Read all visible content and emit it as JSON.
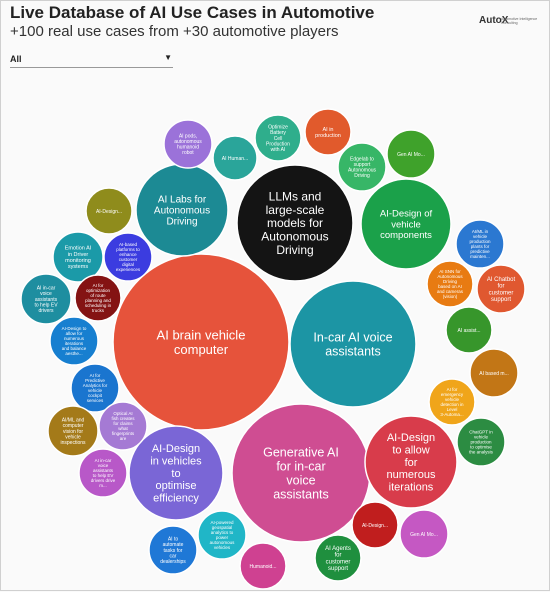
{
  "header": {
    "title": "Live Database of AI Use Cases in Automotive",
    "subtitle": "+100 real use cases from +30 automotive players",
    "logo_text": "AutoX",
    "logo_tagline": "Automotive Intelligence Consulting"
  },
  "filter": {
    "selected": "All"
  },
  "chart_data": {
    "type": "bubble",
    "title": "Live Database of AI Use Cases in Automotive",
    "subtitle": "+100 real use cases from +30 automotive players",
    "bubbles": [
      {
        "label": "AI brain vehicle computer",
        "relative_size": 1.0,
        "color": "#e6533b",
        "text_color": "#ffffff"
      },
      {
        "label": "In-car AI voice assistants",
        "relative_size": 0.94,
        "color": "#1c95a4",
        "text_color": "#ffffff"
      },
      {
        "label": "Generative AI for in-car voice assistants",
        "relative_size": 0.79,
        "color": "#cf4d92",
        "text_color": "#ffffff"
      },
      {
        "label": "LLMs and large-scale models for Autonomous Driving",
        "relative_size": 0.67,
        "color": "#141414",
        "text_color": "#ffffff"
      },
      {
        "label": "AI-Design in vehicles to optimise efficiency",
        "relative_size": 0.54,
        "color": "#7a66d6",
        "text_color": "#ffffff"
      },
      {
        "label": "AI-Design to allow for numerous iterations",
        "relative_size": 0.53,
        "color": "#d83c4b",
        "text_color": "#ffffff"
      },
      {
        "label": "AI Labs for Autonomous Driving",
        "relative_size": 0.52,
        "color": "#1c8a94",
        "text_color": "#ffffff"
      },
      {
        "label": "AI-Design of vehicle components",
        "relative_size": 0.52,
        "color": "#1ba14a",
        "text_color": "#ffffff"
      },
      {
        "label": "Optimize Battery Cell Production with AI",
        "relative_size": 0.26,
        "color": "#2fae8c",
        "text_color": "#ffffff"
      },
      {
        "label": "AI in production",
        "relative_size": 0.25,
        "color": "#e15a2c",
        "text_color": "#ffffff"
      },
      {
        "label": "AI pods, autonomous humanoid robot",
        "relative_size": 0.25,
        "color": "#9b72d9",
        "text_color": "#ffffff"
      },
      {
        "label": "AI Human...",
        "relative_size": 0.25,
        "color": "#2aa59a",
        "text_color": "#ffffff"
      },
      {
        "label": "Edgelab to support Autonomous Driving",
        "relative_size": 0.25,
        "color": "#37b667",
        "text_color": "#ffffff"
      },
      {
        "label": "Gen AI Mo...",
        "relative_size": 0.25,
        "color": "#3fa22b",
        "text_color": "#ffffff"
      },
      {
        "label": "AI-Design...",
        "relative_size": 0.25,
        "color": "#8f8c1c",
        "text_color": "#ffffff"
      },
      {
        "label": "Emotion AI in Driver monitoring systems",
        "relative_size": 0.25,
        "color": "#1b9aa8",
        "text_color": "#ffffff"
      },
      {
        "label": "AI-based platforms to enhance customer digital experiences",
        "relative_size": 0.25,
        "color": "#3b3ce0",
        "text_color": "#ffffff"
      },
      {
        "label": "AI in-car voice assistants to help EV drivers",
        "relative_size": 0.25,
        "color": "#1e8ea0",
        "text_color": "#ffffff"
      },
      {
        "label": "AI for optimization of route planning and scheduling in trucks",
        "relative_size": 0.25,
        "color": "#841313",
        "text_color": "#ffffff"
      },
      {
        "label": "AI-Design to allow for numerous iterations and balance aesthe...",
        "relative_size": 0.25,
        "color": "#177fd0",
        "text_color": "#ffffff"
      },
      {
        "label": "AI for Predictive Analytics for vehicle cockpit services",
        "relative_size": 0.25,
        "color": "#1a75cf",
        "text_color": "#ffffff"
      },
      {
        "label": "AI/ML and computer vision for vehicle inspections",
        "relative_size": 0.25,
        "color": "#a47a19",
        "text_color": "#ffffff"
      },
      {
        "label": "Optical AI fish creates for claims what fingerprints are",
        "relative_size": 0.25,
        "color": "#a57ad4",
        "text_color": "#ffffff"
      },
      {
        "label": "AI in-car voice assistants to help EV drivers drive m...",
        "relative_size": 0.25,
        "color": "#b858c8",
        "text_color": "#ffffff"
      },
      {
        "label": "AI to automate tasks for car dealerships",
        "relative_size": 0.25,
        "color": "#1f78d6",
        "text_color": "#ffffff"
      },
      {
        "label": "AI-powered geospatial analytics to power autonomous vehicles",
        "relative_size": 0.25,
        "color": "#20b6c7",
        "text_color": "#ffffff"
      },
      {
        "label": "Humanoid...",
        "relative_size": 0.25,
        "color": "#cf4191",
        "text_color": "#ffffff"
      },
      {
        "label": "AI Agents for customer support",
        "relative_size": 0.25,
        "color": "#1f8f3e",
        "text_color": "#ffffff"
      },
      {
        "label": "AI-Design...",
        "relative_size": 0.25,
        "color": "#c01e1e",
        "text_color": "#ffffff"
      },
      {
        "label": "Gen AI Mo...",
        "relative_size": 0.25,
        "color": "#c558c3",
        "text_color": "#ffffff"
      },
      {
        "label": "AI/ML in vehicle production plants for predictive mainten...",
        "relative_size": 0.25,
        "color": "#2b78d1",
        "text_color": "#ffffff"
      },
      {
        "label": "AI SNN for Autonomous Driving based on AI and cameras (vision)",
        "relative_size": 0.25,
        "color": "#e87b12",
        "text_color": "#ffffff"
      },
      {
        "label": "AI Chatbot for customer support",
        "relative_size": 0.25,
        "color": "#e05830",
        "text_color": "#ffffff"
      },
      {
        "label": "AI assist...",
        "relative_size": 0.25,
        "color": "#37962b",
        "text_color": "#ffffff"
      },
      {
        "label": "AI based m...",
        "relative_size": 0.25,
        "color": "#c27616",
        "text_color": "#ffffff"
      },
      {
        "label": "AI for emergency vehicle detection in Level 3-Automa...",
        "relative_size": 0.25,
        "color": "#f0a51a",
        "text_color": "#ffffff"
      },
      {
        "label": "ChatGPT in vehicle production to optimise the analysis",
        "relative_size": 0.25,
        "color": "#2c8c42",
        "text_color": "#ffffff"
      }
    ]
  }
}
